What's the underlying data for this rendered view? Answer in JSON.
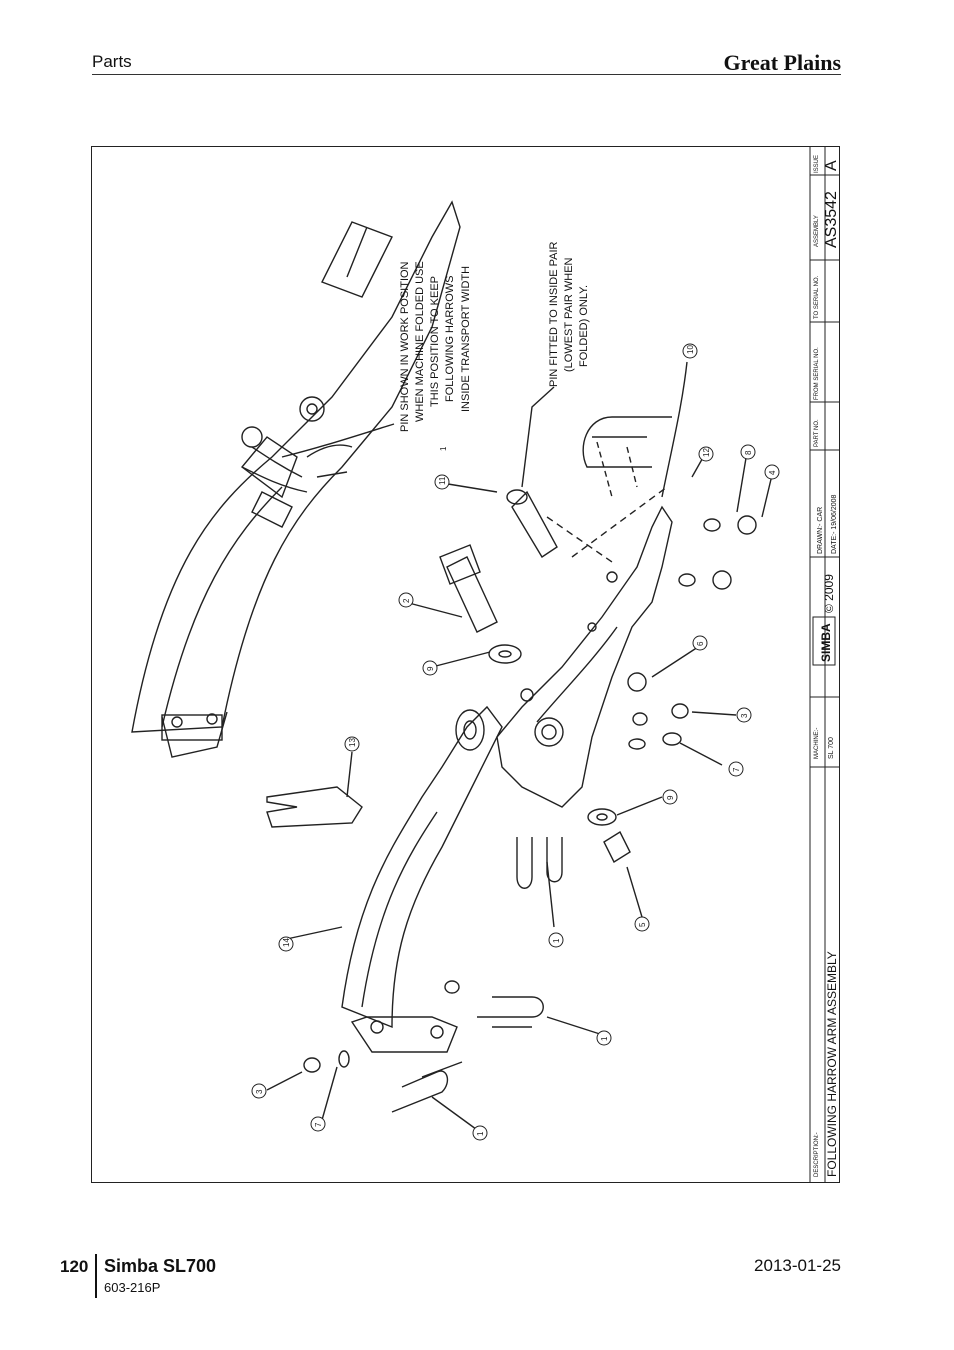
{
  "header": {
    "section": "Parts",
    "brand": "Great Plains"
  },
  "drawing": {
    "note_pin_position": [
      "PIN SHOWN IN WORK POSITION",
      "WHEN MACHINE FOLDED USE",
      "THIS POSITION TO KEEP",
      "FOLLOWING HARROWS",
      "INSIDE TRANSPORT WIDTH"
    ],
    "note_pin_fitted": [
      "PIN FITTED TO INSIDE PAIR",
      "(LOWEST PAIR WHEN",
      "FOLDED) ONLY."
    ],
    "part_callouts": [
      "1",
      "1",
      "1",
      "1",
      "2",
      "3",
      "3",
      "4",
      "5",
      "6",
      "7",
      "7",
      "8",
      "9",
      "9",
      "10",
      "11",
      "12",
      "13",
      "14"
    ],
    "title_block": {
      "description_label": "DESCRIPTION:-",
      "description": "FOLLOWING HARROW ARM ASSEMBLY",
      "machine_label": "MACHINE:-",
      "machine": "SL 700",
      "logo_text": "SIMBA",
      "copyright": "© 2009",
      "drawn": "DRAWN:-  CAR",
      "date": "DATE:-  19/06/2008",
      "part_no_label": "PART NO.",
      "from_serial_label": "FROM SERIAL NO.",
      "to_serial_label": "TO SERIAL NO.",
      "assembly_label": "ASSEMBLY",
      "assembly": "AS3542",
      "issue_label": "ISSUE",
      "issue": "A"
    }
  },
  "footer": {
    "page": "120",
    "title": "Simba SL700",
    "code": "603-216P",
    "date": "2013-01-25"
  }
}
